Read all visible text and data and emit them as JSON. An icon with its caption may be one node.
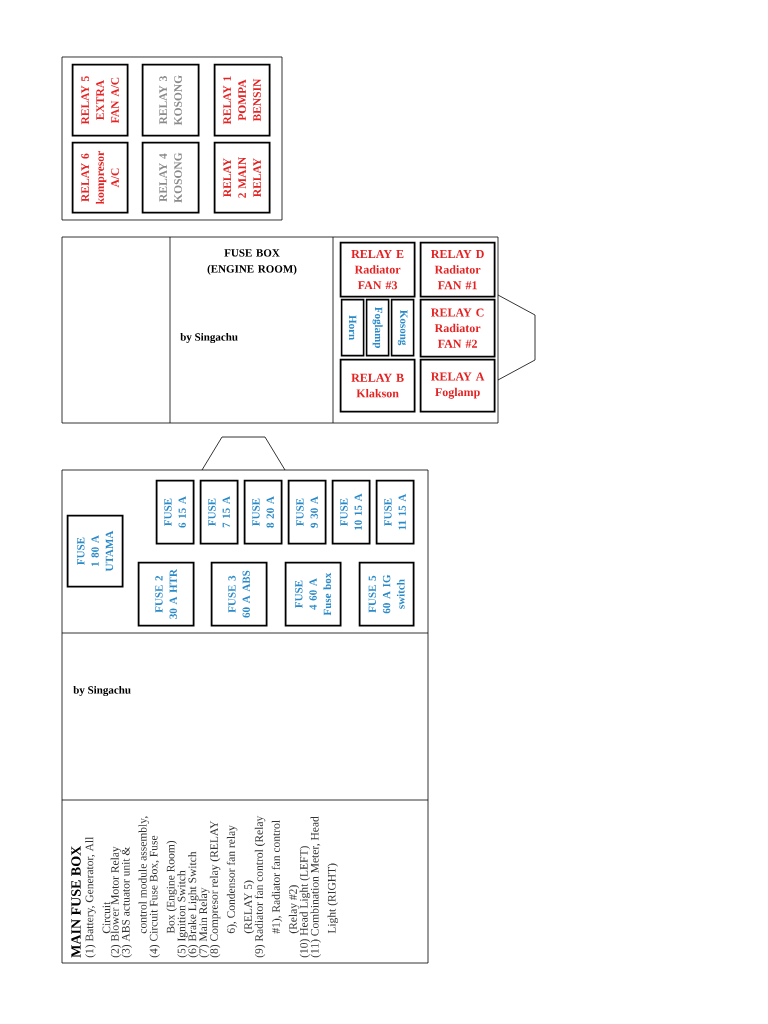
{
  "diagram": {
    "nodes": [
      {
        "text": [],
        "shape": "box"
      },
      {
        "text": [
          "RELAY 5 EXTRA FAN A/C"
        ],
        "in": 0
      },
      {
        "text": [
          "RELAY 3 KOSONG"
        ],
        "in": 0
      },
      {
        "text": [
          "RELAY 1 POMPA BENSIN"
        ],
        "in": 0
      },
      {
        "text": [
          "RELAY 6 kompresor A/C"
        ],
        "in": 0
      },
      {
        "text": [
          "RELAY 4 KOSONG"
        ],
        "in": 0
      },
      {
        "text": [
          "RELAY 2 MAIN RELAY"
        ],
        "in": 0
      },
      {
        "text": [
          "FUSE BOX (ENGINE ROOM)",
          "by Singachu"
        ]
      },
      {
        "text": [
          "RELAY E Radiator FAN #3"
        ],
        "in": 7
      },
      {
        "text": [
          "RELAY D Radiator FAN #1"
        ],
        "in": 7
      },
      {
        "text": [
          "Horn"
        ],
        "in": 7
      },
      {
        "text": [
          "Foglamp"
        ],
        "in": 7
      },
      {
        "text": [
          "Kosong"
        ],
        "in": 7
      },
      {
        "text": [
          "RELAY C Radiator FAN #2"
        ],
        "in": 7
      },
      {
        "text": [
          "RELAY B Klakson"
        ],
        "in": 7
      },
      {
        "text": [
          "RELAY A Foglamp"
        ],
        "in": 7
      },
      {
        "text": [
          "by Singachu",
          "MAIN FUSE BOX"
        ]
      },
      {
        "text": [
          "FUSE 1 80 A UTAMA"
        ],
        "in": 16
      },
      {
        "text": [
          "FUSE 6 15 A"
        ],
        "in": 16
      },
      {
        "text": [
          "FUSE 7 15 A"
        ],
        "in": 16
      },
      {
        "text": [
          "FUSE 8 20 A"
        ],
        "in": 16
      },
      {
        "text": [
          "FUSE 9 30 A"
        ],
        "in": 16
      },
      {
        "text": [
          "FUSE 10 15 A"
        ],
        "in": 16
      },
      {
        "text": [
          "FUSE 11 15 A"
        ],
        "in": 16
      },
      {
        "text": [
          "FUSE 2 30 A HTR"
        ],
        "in": 16
      },
      {
        "text": [
          "FUSE 3 60 A ABS"
        ],
        "in": 16
      },
      {
        "text": [
          "FUSE 4 60 A Fuse box"
        ],
        "in": 16
      },
      {
        "text": [
          "FUSE 5 60 A IG switch"
        ],
        "in": 16
      }
    ],
    "labels": [
      "(1) Battery, Generator, All Circuit",
      "(2) Blower Motor Relay",
      "(3) ABS actuator unit & control module assembly,",
      "(4) Circuit Fuse Box, Fuse Box (Engine Room)",
      "(5) Ignition Switch",
      "(6) Brake Light Switch",
      "(7) Main Relay",
      "(8) Compresor relay (RELAY 6), Condensor fan relay (RELAY 5)",
      "(9) Radiator fan control (Relay #1), Radiator fan control (Relay #2)",
      "(10) Head Light (LEFT)",
      "(11) Combination Meter, Head Light (RIGHT)"
    ]
  }
}
